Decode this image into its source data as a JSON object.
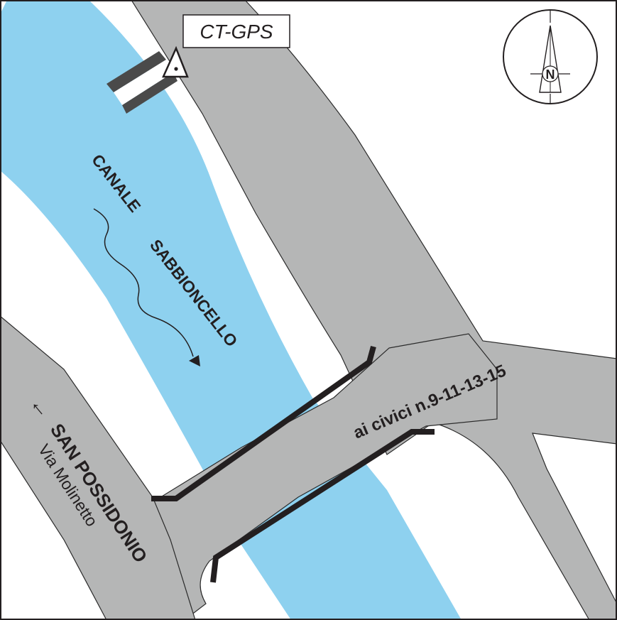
{
  "map": {
    "title_box": {
      "label": "CT-GPS"
    },
    "canal": {
      "name_line1": "CANALE",
      "name_line2": "SABBIONCELLO"
    },
    "road_label": "ai civici n.9-11-13-15",
    "direction": {
      "arrow": "←",
      "destination": "SAN POSSIDONIO",
      "street": "Via Molinetto"
    },
    "compass": {
      "label": "N"
    },
    "colors": {
      "water": "#8ed1ef",
      "road": "#b5b6b6",
      "road_edge": "#2b2b2b",
      "bridge": "#231f20",
      "frame": "#231f20",
      "background": "#ffffff"
    }
  }
}
